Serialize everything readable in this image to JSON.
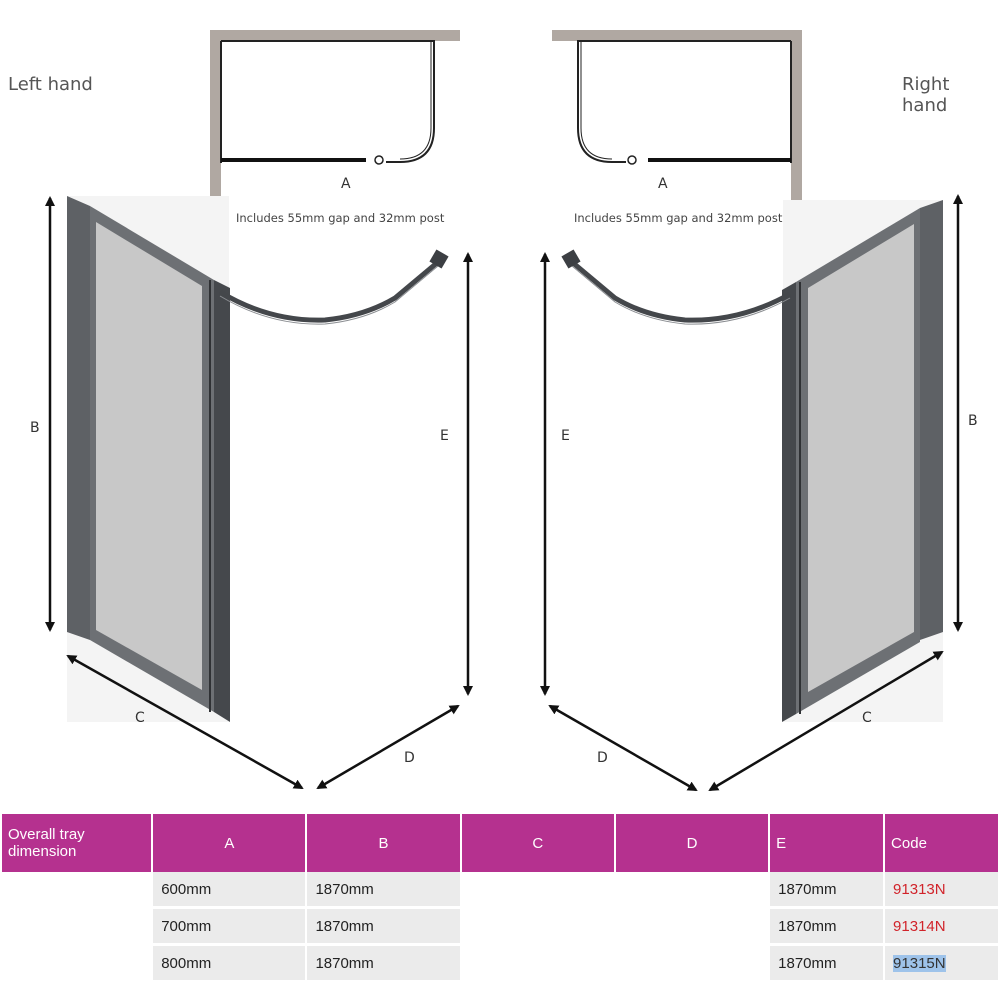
{
  "labels": {
    "left_hand": "Left hand",
    "right_hand": "Right hand"
  },
  "plan_note": "Includes 55mm gap and 32mm post",
  "dimension_letters": {
    "a": "A",
    "b": "B",
    "c": "C",
    "d": "D",
    "e": "E"
  },
  "colors": {
    "header": "#b5318f",
    "code_text": "#d1232a",
    "frame": "#6b6e72",
    "glass": "#c9c9c9"
  },
  "table": {
    "headers": [
      "Overall tray dimension",
      "A",
      "B",
      "C",
      "D",
      "E",
      "Code"
    ],
    "rows": [
      {
        "a": "600mm",
        "b": "1870mm",
        "c": "",
        "d": "",
        "e": "1870mm",
        "code": "91313N"
      },
      {
        "a": "700mm",
        "b": "1870mm",
        "c": "",
        "d": "",
        "e": "1870mm",
        "code": "91314N"
      },
      {
        "a": "800mm",
        "b": "1870mm",
        "c": "",
        "d": "",
        "e": "1870mm",
        "code": "91315N"
      }
    ]
  }
}
